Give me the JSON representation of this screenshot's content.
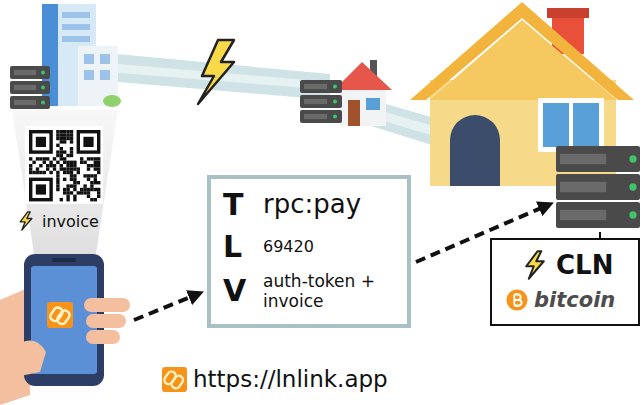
{
  "diagram": {
    "nodes": [
      {
        "text": [
          "T",
          "rpc:pay",
          "L",
          "69420",
          "V",
          "auth-token + invoice"
        ]
      },
      {
        "text": [
          "CLN",
          "bitcoin"
        ]
      }
    ],
    "labels": [
      "invoice",
      "https://lnlink.app"
    ]
  }
}
